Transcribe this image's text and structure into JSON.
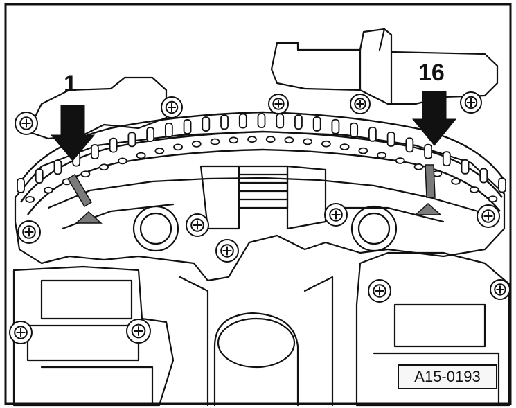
{
  "callouts": {
    "left_number": "1",
    "right_number": "16"
  },
  "reference_code": "A15-0193",
  "colors": {
    "line": "#111111",
    "paper": "#ffffff",
    "shade": "#7a7a7a"
  }
}
